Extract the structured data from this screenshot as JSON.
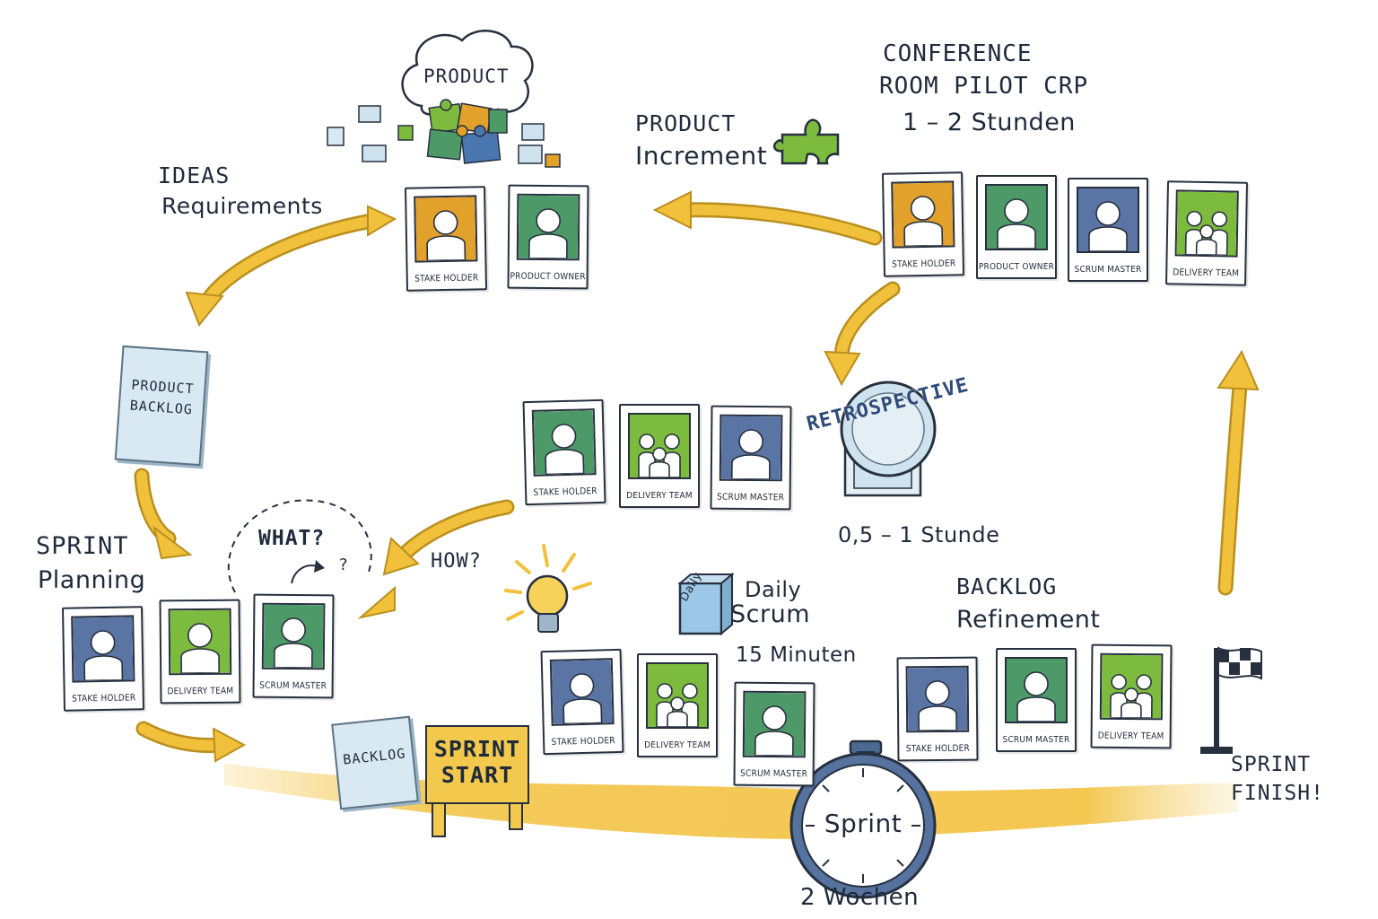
{
  "labels": {
    "product_cloud": "PRODUCT",
    "conference_line1": "CONFERENCE",
    "conference_line2": "ROOM  PILOT  CRP",
    "conference_duration": "1 – 2 Stunden",
    "product_increment_line1": "PRODUCT",
    "product_increment_line2": "Increment",
    "ideas_line1": "IDEAS",
    "ideas_line2": "Requirements",
    "product_backlog": "PRODUCT BACKLOG",
    "retrospective": "RETROSPECTIVE",
    "retro_duration": "0,5 – 1 Stunde",
    "sprint_planning_line1": "SPRINT",
    "sprint_planning_line2": "Planning",
    "what": "WHAT?",
    "question": "?",
    "how": "HOW?",
    "daily_scrum_line1": "Daily",
    "daily_scrum_line2": "Scrum",
    "daily_box_text": "Daily",
    "daily_duration": "15 Minuten",
    "refinement_line1": "BACKLOG",
    "refinement_line2": "Refinement",
    "backlog_doc": "BACKLOG",
    "sprint_start_line1": "SPRINT",
    "sprint_start_line2": "START",
    "stopwatch": "Sprint",
    "sprint_duration": "2 Wochen",
    "sprint_finish_line1": "SPRINT",
    "sprint_finish_line2": "FINISH!"
  },
  "groups": {
    "product_owner_group": [
      {
        "role": "STAKE HOLDER",
        "avatar": "single",
        "color": "#e2a12b"
      },
      {
        "role": "PRODUCT OWNER",
        "avatar": "single",
        "color": "#4e9968"
      }
    ],
    "conference_group": [
      {
        "role": "STAKE HOLDER",
        "avatar": "single",
        "color": "#e2a12b"
      },
      {
        "role": "PRODUCT OWNER",
        "avatar": "single",
        "color": "#4e9968"
      },
      {
        "role": "SCRUM MASTER",
        "avatar": "single",
        "color": "#5a74a4"
      },
      {
        "role": "DELIVERY TEAM",
        "avatar": "team",
        "color": "#7dbb3e"
      }
    ],
    "retro_group": [
      {
        "role": "STAKE HOLDER",
        "avatar": "single",
        "color": "#4e9968"
      },
      {
        "role": "DELIVERY TEAM",
        "avatar": "team",
        "color": "#7dbb3e"
      },
      {
        "role": "SCRUM MASTER",
        "avatar": "single",
        "color": "#5a74a4"
      }
    ],
    "planning_group": [
      {
        "role": "STAKE HOLDER",
        "avatar": "single",
        "color": "#5a74a4"
      },
      {
        "role": "DELIVERY TEAM",
        "avatar": "single",
        "color": "#7dbb3e"
      },
      {
        "role": "SCRUM MASTER",
        "avatar": "single",
        "color": "#4e9968"
      }
    ],
    "daily_group": [
      {
        "role": "STAKE HOLDER",
        "avatar": "single",
        "color": "#5a74a4"
      },
      {
        "role": "DELIVERY TEAM",
        "avatar": "team",
        "color": "#7dbb3e"
      },
      {
        "role": "SCRUM MASTER",
        "avatar": "single",
        "color": "#4e9968"
      }
    ],
    "refinement_group": [
      {
        "role": "STAKE HOLDER",
        "avatar": "single",
        "color": "#5a74a4"
      },
      {
        "role": "SCRUM MASTER",
        "avatar": "single",
        "color": "#4e9968"
      },
      {
        "role": "DELIVERY TEAM",
        "avatar": "team",
        "color": "#7dbb3e"
      }
    ]
  },
  "colors": {
    "arrow": "#f2c13b",
    "arrow_outline": "#b98f1e",
    "path": "#f3c448",
    "ink": "#27303f",
    "doc_fill": "#d8e9f3",
    "retro_fill": "#cfe3ef"
  },
  "icons": [
    "puzzle-icon",
    "lightbulb-icon",
    "checkered-flag-icon",
    "stopwatch-icon",
    "retro-mirror-icon",
    "daily-scrum-box-icon",
    "product-backlog-doc-icon",
    "backlog-doc-icon",
    "sprint-start-sign-icon",
    "thought-cloud-icon"
  ]
}
